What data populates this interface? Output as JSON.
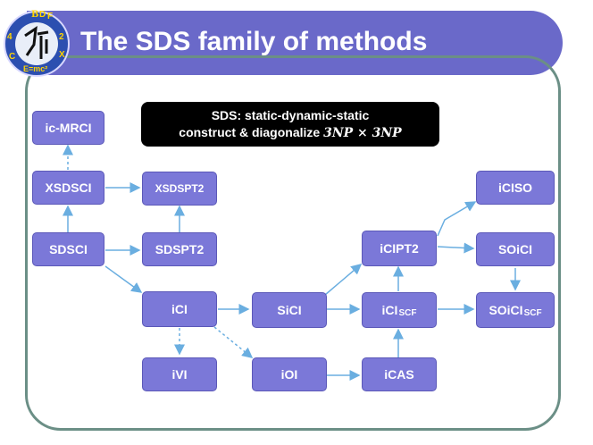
{
  "title": "The SDS family of methods",
  "logo": {
    "letters": [
      "B",
      "D",
      "F",
      "4",
      "C",
      "2",
      "X",
      "E=mc²"
    ]
  },
  "callout": {
    "line1": "SDS: static-dynamic-static",
    "line2_text": "construct & diagonalize ",
    "line2_math": "3NP × 3NP"
  },
  "nodes": {
    "ic_mrci": "ic-MRCI",
    "xsdsci": "XSDSCI",
    "xsdspt2": "XSDSPT2",
    "sdsci": "SDSCI",
    "sdspt2": "SDSPT2",
    "ici": "iCI",
    "ivi": "iVI",
    "ioi": "iOI",
    "sici": "SiCI",
    "icipt2": "iCIPT2",
    "icas": "iCAS",
    "iciso": "iCISO",
    "soici": "SOiCI",
    "ici_scf_main": "iCI",
    "ici_scf_sub": "SCF",
    "soici_scf_main": "SOiCI",
    "soici_scf_sub": "SCF"
  },
  "colors": {
    "title_bar": "#6a69c9",
    "node": "#7b78d8",
    "arrow": "#6aaee0",
    "frame": "#6b8f86"
  }
}
